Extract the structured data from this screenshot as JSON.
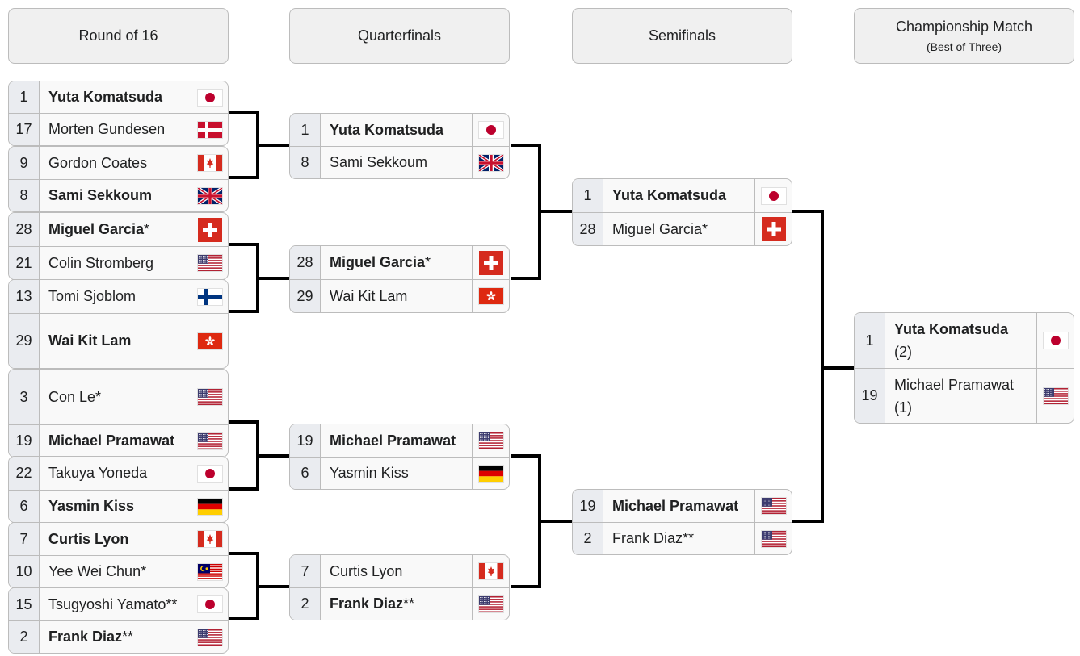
{
  "headers": [
    {
      "title": "Round of 16",
      "sub": ""
    },
    {
      "title": "Quarterfinals",
      "sub": ""
    },
    {
      "title": "Semifinals",
      "sub": ""
    },
    {
      "title": "Championship Match",
      "sub": "(Best of Three)"
    }
  ],
  "round16": [
    {
      "players": [
        {
          "seed": "1",
          "name": "Yuta Komatsuda",
          "mark": "",
          "winner": true,
          "flag": "japan"
        },
        {
          "seed": "17",
          "name": "Morten Gundesen",
          "mark": "",
          "winner": false,
          "flag": "denmark"
        }
      ]
    },
    {
      "players": [
        {
          "seed": "9",
          "name": "Gordon Coates",
          "mark": "",
          "winner": false,
          "flag": "canada"
        },
        {
          "seed": "8",
          "name": "Sami Sekkoum",
          "mark": "",
          "winner": true,
          "flag": "uk"
        }
      ]
    },
    {
      "players": [
        {
          "seed": "28",
          "name": "Miguel Garcia",
          "mark": "*",
          "winner": true,
          "flag": "switzerland"
        },
        {
          "seed": "21",
          "name": "Colin Stromberg",
          "mark": "",
          "winner": false,
          "flag": "usa"
        }
      ]
    },
    {
      "players": [
        {
          "seed": "13",
          "name": "Tomi Sjoblom",
          "mark": "",
          "winner": false,
          "flag": "finland"
        },
        {
          "seed": "29",
          "name": "Wai Kit Lam",
          "mark": "",
          "winner": true,
          "flag": "hongkong"
        }
      ]
    },
    {
      "players": [
        {
          "seed": "3",
          "name": "Con Le",
          "mark": "*",
          "winner": false,
          "flag": "usa"
        },
        {
          "seed": "19",
          "name": "Michael Pramawat",
          "mark": "",
          "winner": true,
          "flag": "usa"
        }
      ]
    },
    {
      "players": [
        {
          "seed": "22",
          "name": "Takuya Yoneda",
          "mark": "",
          "winner": false,
          "flag": "japan"
        },
        {
          "seed": "6",
          "name": "Yasmin Kiss",
          "mark": "",
          "winner": true,
          "flag": "germany"
        }
      ]
    },
    {
      "players": [
        {
          "seed": "7",
          "name": "Curtis Lyon",
          "mark": "",
          "winner": true,
          "flag": "canada"
        },
        {
          "seed": "10",
          "name": "Yee Wei Chun",
          "mark": "*",
          "winner": false,
          "flag": "malaysia"
        }
      ]
    },
    {
      "players": [
        {
          "seed": "15",
          "name": "Tsugyoshi Yamato",
          "mark": "**",
          "winner": false,
          "flag": "japan"
        },
        {
          "seed": "2",
          "name": "Frank Diaz",
          "mark": "**",
          "winner": true,
          "flag": "usa"
        }
      ]
    }
  ],
  "quarterfinals": [
    {
      "players": [
        {
          "seed": "1",
          "name": "Yuta Komatsuda",
          "mark": "",
          "winner": true,
          "flag": "japan"
        },
        {
          "seed": "8",
          "name": "Sami Sekkoum",
          "mark": "",
          "winner": false,
          "flag": "uk"
        }
      ]
    },
    {
      "players": [
        {
          "seed": "28",
          "name": "Miguel Garcia",
          "mark": "*",
          "winner": true,
          "flag": "switzerland"
        },
        {
          "seed": "29",
          "name": "Wai Kit Lam",
          "mark": "",
          "winner": false,
          "flag": "hongkong"
        }
      ]
    },
    {
      "players": [
        {
          "seed": "19",
          "name": "Michael Pramawat",
          "mark": "",
          "winner": true,
          "flag": "usa"
        },
        {
          "seed": "6",
          "name": "Yasmin Kiss",
          "mark": "",
          "winner": false,
          "flag": "germany"
        }
      ]
    },
    {
      "players": [
        {
          "seed": "7",
          "name": "Curtis Lyon",
          "mark": "",
          "winner": false,
          "flag": "canada"
        },
        {
          "seed": "2",
          "name": "Frank Diaz",
          "mark": "**",
          "winner": true,
          "flag": "usa"
        }
      ]
    }
  ],
  "semifinals": [
    {
      "players": [
        {
          "seed": "1",
          "name": "Yuta Komatsuda",
          "mark": "",
          "winner": true,
          "flag": "japan"
        },
        {
          "seed": "28",
          "name": "Miguel Garcia",
          "mark": "*",
          "winner": false,
          "flag": "switzerland"
        }
      ]
    },
    {
      "players": [
        {
          "seed": "19",
          "name": "Michael Pramawat",
          "mark": "",
          "winner": true,
          "flag": "usa"
        },
        {
          "seed": "2",
          "name": "Frank Diaz",
          "mark": "**",
          "winner": false,
          "flag": "usa"
        }
      ]
    }
  ],
  "final": [
    {
      "players": [
        {
          "seed": "1",
          "name": "Yuta Komatsuda",
          "mark": "",
          "score": "(2)",
          "winner": true,
          "flag": "japan"
        },
        {
          "seed": "19",
          "name": "Michael Pramawat",
          "mark": "",
          "score": "(1)",
          "winner": false,
          "flag": "usa"
        }
      ]
    }
  ]
}
